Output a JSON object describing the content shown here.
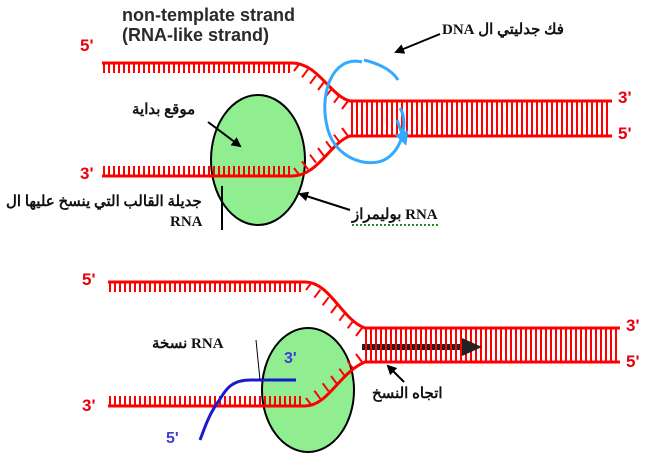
{
  "title_line1": "non-template strand",
  "title_line2": "(RNA-like strand)",
  "unwinding_label": "فك جدليتي ال DNA",
  "start_site_label": "موقع بداية",
  "template_strand_label": "جديلة القالب  التي ينسخ عليها ال",
  "template_strand_rna": "RNA",
  "polymerase_label": "RNA بوليمراز",
  "rna_copy_label": "RNA  نسخة",
  "direction_label": "اتجاه النسخ",
  "ends": {
    "top_5_left": "5'",
    "top_3_left": "3'",
    "top_3_right": "3'",
    "top_5_right": "5'",
    "bot_5_left": "5'",
    "bot_3_left": "3'",
    "bot_3_right": "3'",
    "bot_5_right": "5'",
    "rna_3": "3'",
    "rna_5": "5'"
  },
  "colors": {
    "dna": "#ff0000",
    "polymerase": "#90ee90",
    "rna": "#1a1acc",
    "unwind_arrow": "#33aaff"
  }
}
